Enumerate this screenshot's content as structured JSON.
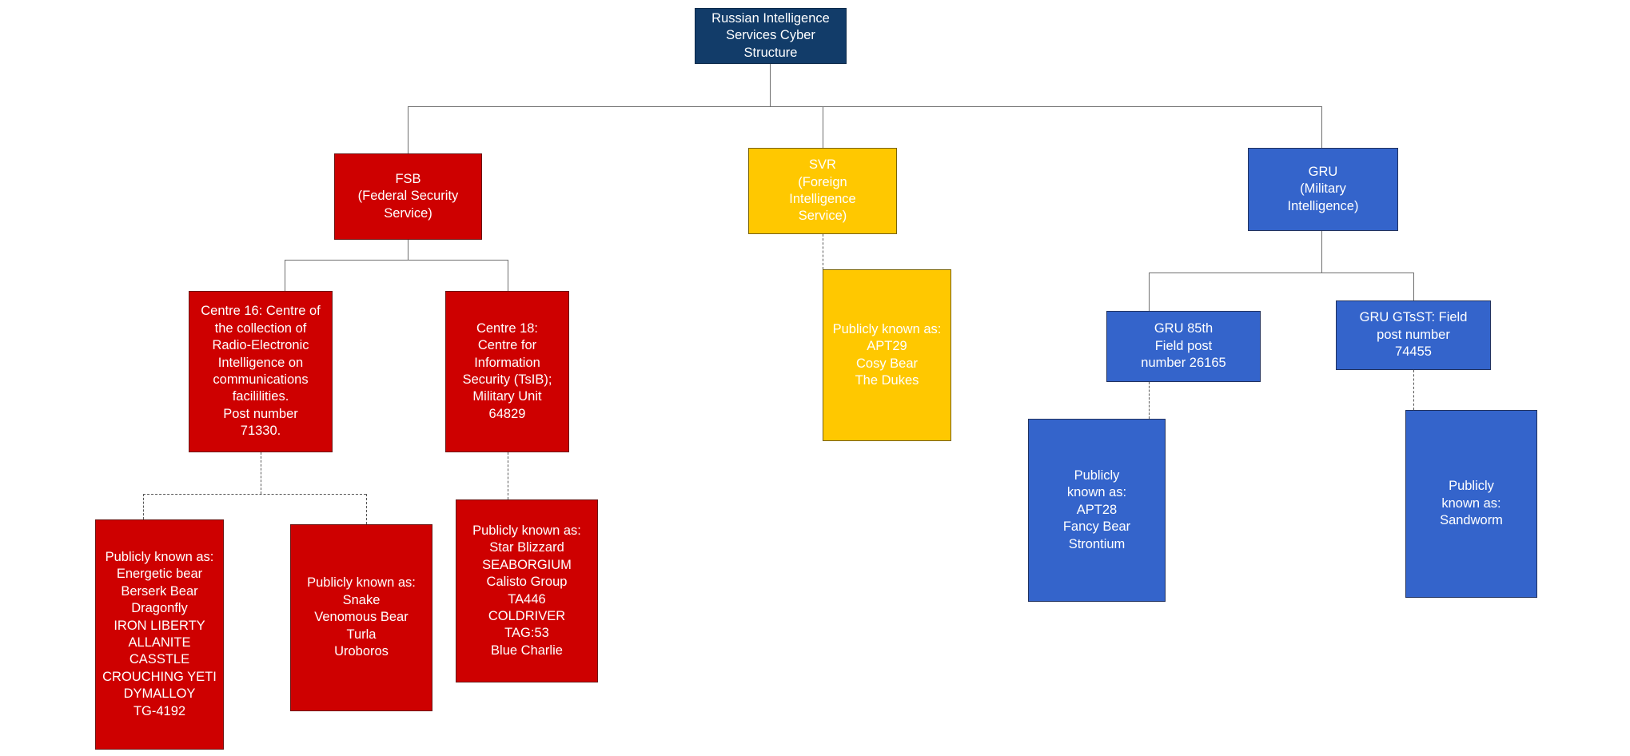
{
  "diagram": {
    "title": "Russian Intelligence Services Cyber Structure",
    "colors": {
      "root": "#123c69",
      "fsb": "#ce0000",
      "svr": "#ffc800",
      "gru": "#3464cb",
      "connector_solid": "#6f6f6f",
      "connector_dashed": "#585858",
      "node_text": "#ffffff",
      "background": "#ffffff"
    },
    "nodes": {
      "root": {
        "label": "Russian Intelligence\nServices Cyber\nStructure"
      },
      "fsb": {
        "label": "FSB\n(Federal Security\nService)"
      },
      "svr": {
        "label": "SVR\n(Foreign\nIntelligence\nService)"
      },
      "gru": {
        "label": "GRU\n(Military\nIntelligence)"
      },
      "centre16": {
        "label": "Centre 16: Centre of\nthe collection of\nRadio-Electronic\nIntelligence on\ncommunications\nfacililities.\nPost number\n71330."
      },
      "centre18": {
        "label": "Centre 18:\nCentre for\nInformation\nSecurity (TsIB);\nMilitary Unit\n64829"
      },
      "gru85": {
        "label": "GRU 85th\nField post\nnumber 26165"
      },
      "gru_gtsst": {
        "label": "GRU GTsST: Field\npost number\n74455"
      },
      "alias_energetic_bear": {
        "label": "Publicly known as:\nEnergetic bear\nBerserk Bear\nDragonfly\nIRON LIBERTY\nALLANITE\nCASSTLE\nCROUCHING  YETI\nDYMALLOY\nTG-4192"
      },
      "alias_snake": {
        "label": "Publicly known as:\nSnake\nVenomous Bear\nTurla\nUroboros"
      },
      "alias_star_blizzard": {
        "label": "Publicly known as:\nStar Blizzard\nSEABORGIUM\nCalisto Group\nTA446\nCOLDRIVER\nTAG:53\nBlue Charlie"
      },
      "alias_apt29": {
        "label": "Publicly known as:\nAPT29\nCosy Bear\nThe Dukes"
      },
      "alias_apt28": {
        "label": "Publicly\nknown as:\nAPT28\nFancy Bear\nStrontium"
      },
      "alias_sandworm": {
        "label": "Publicly\nknown as:\nSandworm"
      }
    }
  }
}
